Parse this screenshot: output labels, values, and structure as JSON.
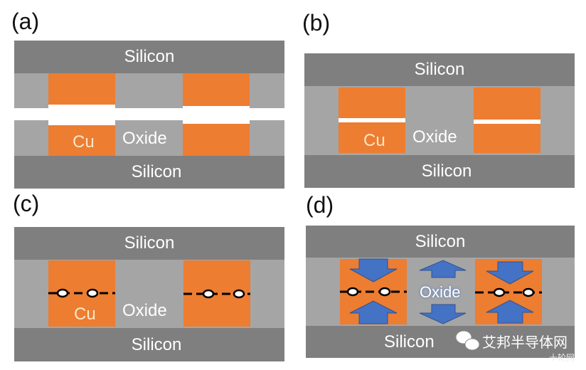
{
  "panels": [
    {
      "label": "(a)",
      "silicon_top": "Silicon",
      "silicon_bottom": "Silicon",
      "cu": "Cu",
      "oxide": "Oxide"
    },
    {
      "label": "(b)",
      "silicon_top": "Silicon",
      "silicon_bottom": "Silicon",
      "cu": "Cu",
      "oxide": "Oxide"
    },
    {
      "label": "(c)",
      "silicon_top": "Silicon",
      "silicon_bottom": "Silicon",
      "cu": "Cu",
      "oxide": "Oxide"
    },
    {
      "label": "(d)",
      "silicon_top": "Silicon",
      "silicon_bottom": "Silicon",
      "oxide": "Oxide"
    }
  ],
  "watermark": {
    "text": "艾邦半导体网",
    "sub": "十轮网"
  },
  "colors": {
    "silicon": "#7f7f7f",
    "oxide": "#a5a5a5",
    "copper": "#ed7d31",
    "arrow": "#4472c4"
  }
}
